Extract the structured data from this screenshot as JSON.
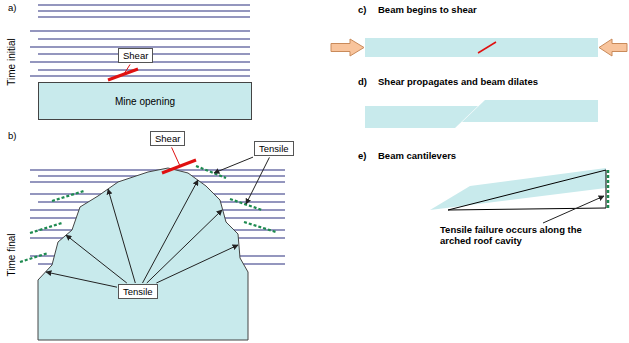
{
  "diagram": {
    "nodes": [
      {
        "text": [
          "Shear"
        ]
      },
      {
        "text": [
          "Mine opening"
        ]
      },
      {
        "text": [
          "Shear"
        ]
      },
      {
        "text": [
          "Tensile"
        ]
      },
      {
        "text": [
          "Tensile"
        ]
      }
    ],
    "labels": [
      "a)",
      "Time initial",
      "b)",
      "Time final",
      "c)",
      "Beam begins to shear",
      "d)",
      "Shear propagates and beam dilates",
      "e)",
      "Beam cantilevers",
      "Tensile failure occurs along the arched roof cavity"
    ]
  }
}
